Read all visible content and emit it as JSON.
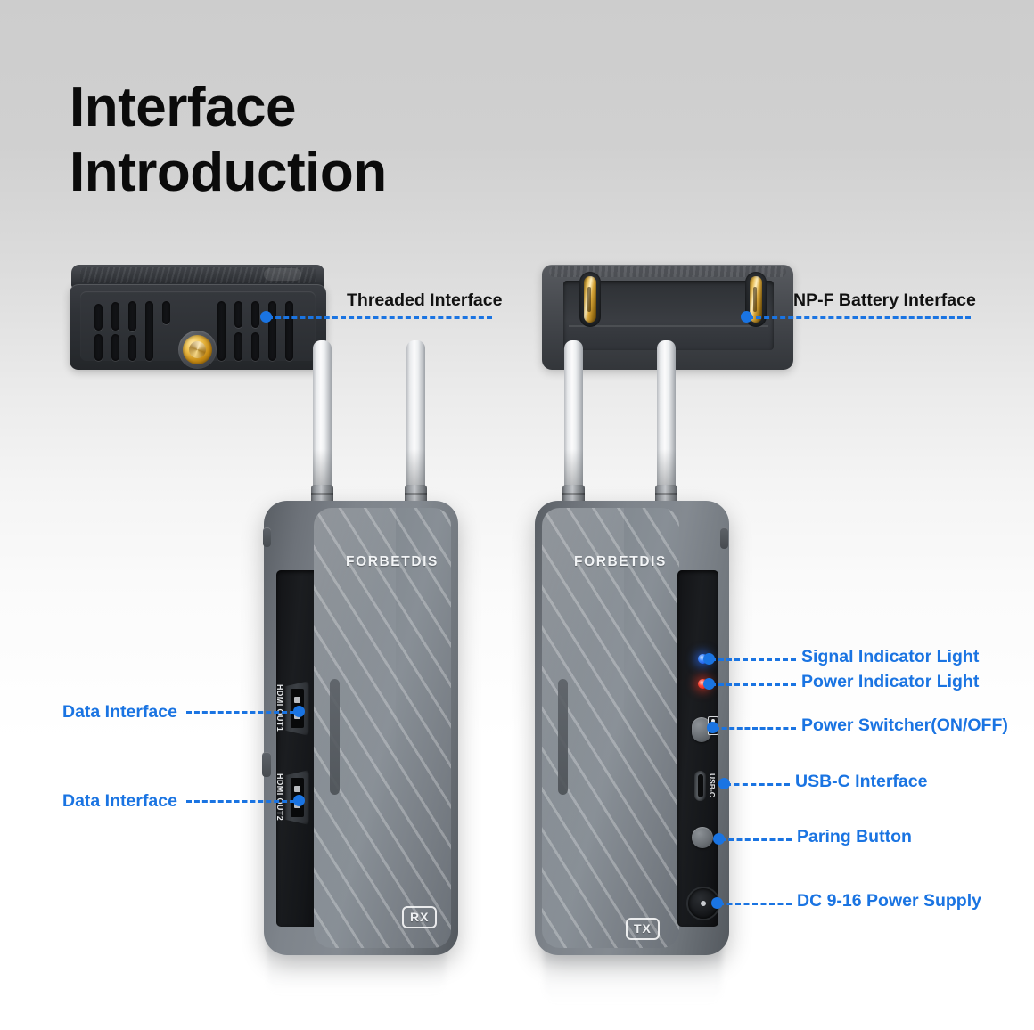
{
  "page": {
    "title": "Interface\nIntroduction",
    "background_top_color": "#cdcdcd",
    "background_bottom_color": "#ffffff",
    "accent_blue": "#1a74e2",
    "label_dark_color": "#111111"
  },
  "devices": {
    "brand": "FORBETDIS",
    "receiver_badge": "RX",
    "transmitter_badge": "TX",
    "rx_port_labels": [
      "HDMI OUT1",
      "HDMI OUT2"
    ],
    "tx_usb_label": "USB-C"
  },
  "callouts": {
    "top": [
      {
        "id": "threaded-interface",
        "label": "Threaded Interface",
        "style": "dark"
      },
      {
        "id": "npf-battery-interface",
        "label": "NP-F Battery Interface",
        "style": "dark"
      }
    ],
    "left": [
      {
        "id": "data-interface-1",
        "label": "Data Interface",
        "style": "blue"
      },
      {
        "id": "data-interface-2",
        "label": "Data Interface",
        "style": "blue"
      }
    ],
    "right": [
      {
        "id": "signal-indicator-light",
        "label": "Signal Indicator Light",
        "style": "blue"
      },
      {
        "id": "power-indicator-light",
        "label": "Power Indicator Light",
        "style": "blue"
      },
      {
        "id": "power-switcher",
        "label": "Power Switcher(ON/OFF)",
        "style": "blue"
      },
      {
        "id": "usb-c-interface",
        "label": "USB-C Interface",
        "style": "blue"
      },
      {
        "id": "paring-button",
        "label": "Paring Button",
        "style": "blue"
      },
      {
        "id": "dc-power-supply",
        "label": "DC 9-16 Power Supply",
        "style": "blue"
      }
    ]
  }
}
